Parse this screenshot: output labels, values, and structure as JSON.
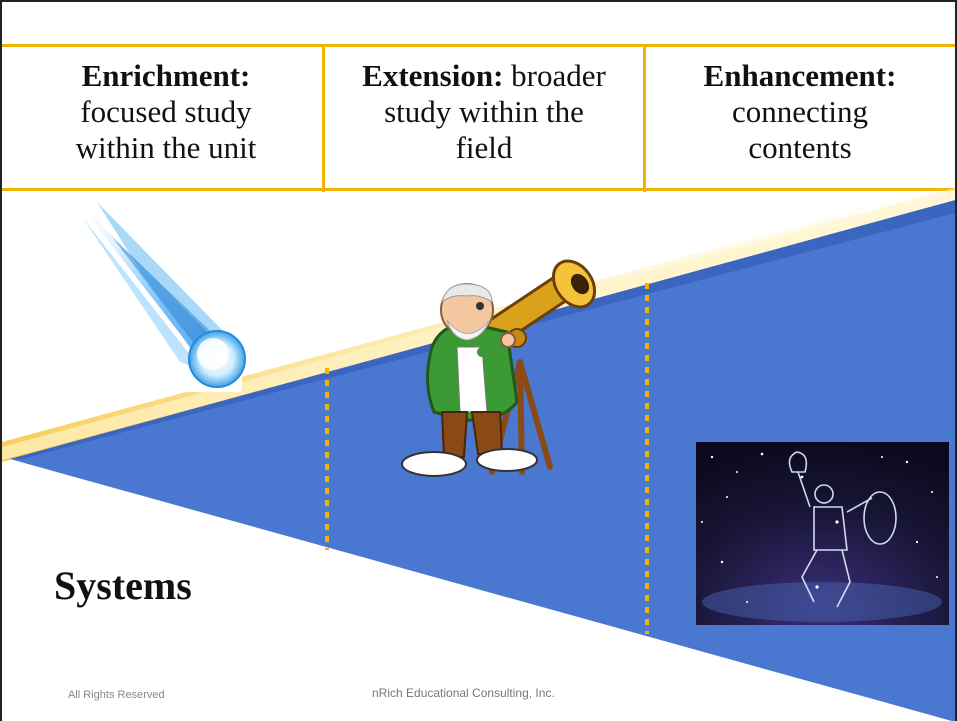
{
  "columns": [
    {
      "title": "Enrichment:",
      "body_lines": [
        "focused study",
        "within the unit"
      ]
    },
    {
      "title": "Extension:",
      "title_suffix": " broader",
      "body_lines": [
        "study within the",
        "field"
      ]
    },
    {
      "title": "Enhancement:",
      "body_lines": [
        "connecting",
        "contents"
      ]
    }
  ],
  "label": "Systems",
  "footer": {
    "left": "All Rights Reserved",
    "center": "nRich Educational Consulting, Inc."
  },
  "illustrations": [
    "comet-icon",
    "astronomer-with-telescope-icon",
    "constellation-hercules-icon"
  ],
  "colors": {
    "accent": "#f2b400",
    "wedge": "#4a78d0",
    "sky": "#1a1740"
  }
}
